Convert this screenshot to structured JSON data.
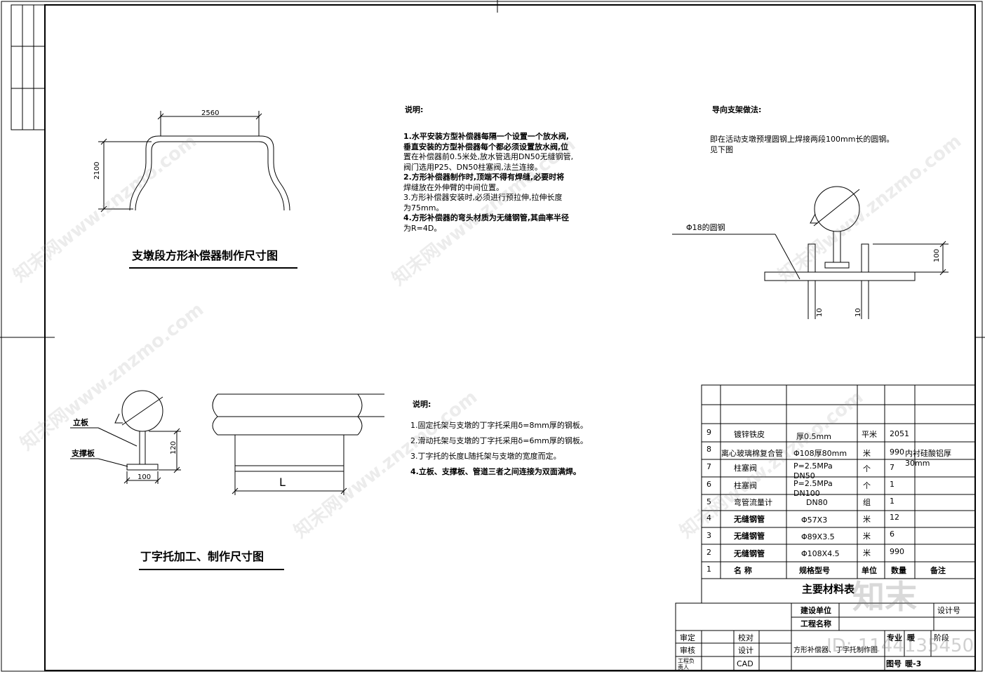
{
  "drawing1": {
    "title": "支墩段方形补偿器制作尺寸图",
    "dim_width": "2560",
    "dim_height": "2100"
  },
  "notes1": {
    "heading": "说明:",
    "lines": [
      "1.水平安装方型补偿器每隔一个设置一个放水阀,",
      "垂直安装的方型补偿器每个都必须设置放水阀,位",
      "置在补偿器前0.5米处,放水管选用DN50无缝钢管,",
      "阀门选用P25、DN50柱塞阀,法兰连接。",
      "2.方形补偿器制作时,顶端不得有焊缝,必要时将",
      "焊缝放在外伸臂的中间位置。",
      "3.方形补偿器安装时,必须进行预拉伸,拉伸长度",
      "为75mm。",
      "4.方形补偿器的弯头材质为无缝钢管,其曲率半径",
      "为R=4D。"
    ]
  },
  "guide": {
    "heading": "导向支架做法:",
    "line1": "即在活动支墩预埋圆钢上焊接两段100mm长的圆钢。",
    "line2": "见下图",
    "label_rod": "Φ18的圆钢",
    "dim_100": "100",
    "dim_10a": "10",
    "dim_10b": "10"
  },
  "drawing2": {
    "title": "丁字托加工、制作尺寸图",
    "label_plate": "立板",
    "label_support": "支撑板",
    "dim_120": "120",
    "dim_100": "100",
    "dim_L": "L"
  },
  "notes2": {
    "heading": "说明:",
    "lines": [
      "1.固定托架与支墩的丁字托采用δ=8mm厚的钢板。",
      "2.滑动托架与支墩的丁字托采用δ=6mm厚的钢板。",
      "3.丁字托的长度L随托架与支墩的宽度而定。",
      "4.立板、支撑板、管道三者之间连接为双面满焊。"
    ]
  },
  "material_table": {
    "title": "主要材料表",
    "header": [
      "1",
      "名    称",
      "规格型号",
      "单位",
      "数量",
      "备注"
    ],
    "rows": [
      [
        "9",
        "镀锌铁皮",
        "厚0.5mm",
        "平米",
        "2051",
        ""
      ],
      [
        "8",
        "离心玻璃棉复合管",
        "Φ108厚80mm",
        "米",
        "990",
        "内衬硅酸铝厚30mm"
      ],
      [
        "7",
        "柱塞阀",
        "P=2.5MPa DN50",
        "个",
        "7",
        ""
      ],
      [
        "6",
        "柱塞阀",
        "P=2.5MPa DN100",
        "个",
        "1",
        ""
      ],
      [
        "5",
        "弯管流量计",
        "DN80",
        "组",
        "1",
        ""
      ],
      [
        "4",
        "无缝钢管",
        "Φ57X3",
        "米",
        "12",
        ""
      ],
      [
        "3",
        "无缝钢管",
        "Φ89X3.5",
        "米",
        "6",
        ""
      ],
      [
        "2",
        "无缝钢管",
        "Φ108X4.5",
        "米",
        "990",
        ""
      ]
    ]
  },
  "title_block": {
    "build_unit": "建设单位",
    "project_name": "工程名称",
    "design_no": "设计号",
    "review": "审定",
    "check": "审核",
    "leader": "工程负责人",
    "proof": "校对",
    "design": "设计",
    "cad": "CAD",
    "drawing_name": "方形补偿器、丁字托制作图",
    "major_label": "专业",
    "major": "暖",
    "stage_label": "阶段",
    "drawing_no_label": "图号",
    "drawing_no": "暖-3"
  },
  "watermark": {
    "text": "知末网www.znzmo.com",
    "brand": "知末",
    "id": "ID: 1144135450"
  }
}
